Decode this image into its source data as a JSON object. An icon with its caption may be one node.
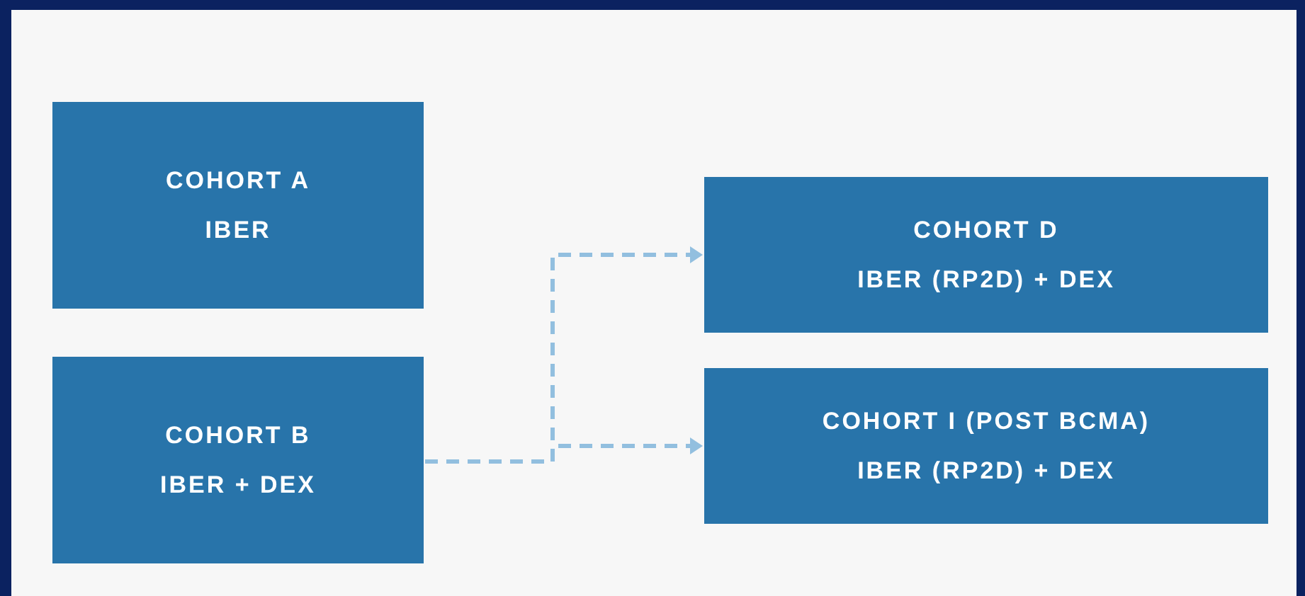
{
  "diagram": {
    "nodes": [
      {
        "text": [
          "COHORT A",
          "IBER"
        ]
      },
      {
        "text": [
          "COHORT B",
          "IBER + DEX"
        ]
      },
      {
        "text": [
          "COHORT D",
          "IBER (RP2D) + DEX"
        ]
      },
      {
        "text": [
          "COHORT I (POST BCMA)",
          "IBER (RP2D) + DEX"
        ]
      }
    ],
    "edges": [
      {
        "from": 1,
        "to": 2,
        "arrow": "to",
        "style": "dashed"
      },
      {
        "from": 1,
        "to": 3,
        "arrow": "to",
        "style": "dashed"
      }
    ]
  }
}
